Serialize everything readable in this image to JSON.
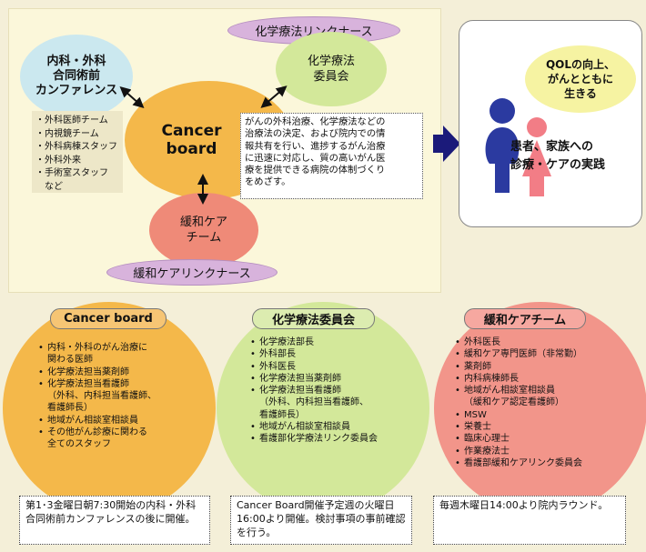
{
  "top": {
    "chem_link_nurse": "化学療法リンクナース",
    "palli_link_nurse": "緩和ケアリンクナース",
    "conference": [
      "内科・外科",
      "合同術前",
      "カンファレンス"
    ],
    "conference_members": [
      "・外科医師チーム",
      "・内視鏡チーム",
      "・外科病棟スタッフ",
      "・外科外来",
      "・手術室スタッフ",
      "　など"
    ],
    "chem_committee": [
      "化学療法",
      "委員会"
    ],
    "cancer_board": [
      "Cancer",
      "board"
    ],
    "palli_team": [
      "緩和ケア",
      "チーム"
    ],
    "description": [
      "がんの外科治療、化学療法などの",
      "治療法の決定、および院内での情",
      "報共有を行い、進捗するがん治療",
      "に迅速に対応し、質の高いがん医",
      "療を提供できる病院の体制づくり",
      "をめざす。"
    ]
  },
  "right": {
    "qol": [
      "QOLの向上、",
      "がんとともに",
      "生きる"
    ],
    "patients": [
      "患者、家族への",
      "診療・ケアの実践"
    ]
  },
  "teams": [
    {
      "title": "Cancer board",
      "items": [
        "内科・外科のがん治療に\n関わる医師",
        "化学療法担当薬剤師",
        "化学療法担当看護師\n（外科、内科担当看護師、\n看護師長）",
        "地域がん相談室相談員",
        "その他がん診療に関わる\n全てのスタッフ"
      ],
      "note": "第1･3金曜日朝7:30開始の内科・外科合同術前カンファレンスの後に開催。"
    },
    {
      "title": "化学療法委員会",
      "items": [
        "化学療法部長",
        "外科部長",
        "外科医長",
        "化学療法担当薬剤師",
        "化学療法担当看護師\n（外科、内科担当看護師、\n看護師長）",
        "地域がん相談室相談員",
        "看護部化学療法リンク委員会"
      ],
      "note": "Cancer Board開催予定週の火曜日16:00より開催。検討事項の事前確認を行う。"
    },
    {
      "title": "緩和ケアチーム",
      "items": [
        "外科医長",
        "緩和ケア専門医師（非常勤）",
        "薬剤師",
        "内科病棟師長",
        "地域がん相談室相談員\n（緩和ケア認定看護師）",
        "MSW",
        "栄養士",
        "臨床心理士",
        "作業療法士",
        "看護部緩和ケアリンク委員会"
      ],
      "note": "毎週木曜日14:00より院内ラウンド。"
    }
  ]
}
